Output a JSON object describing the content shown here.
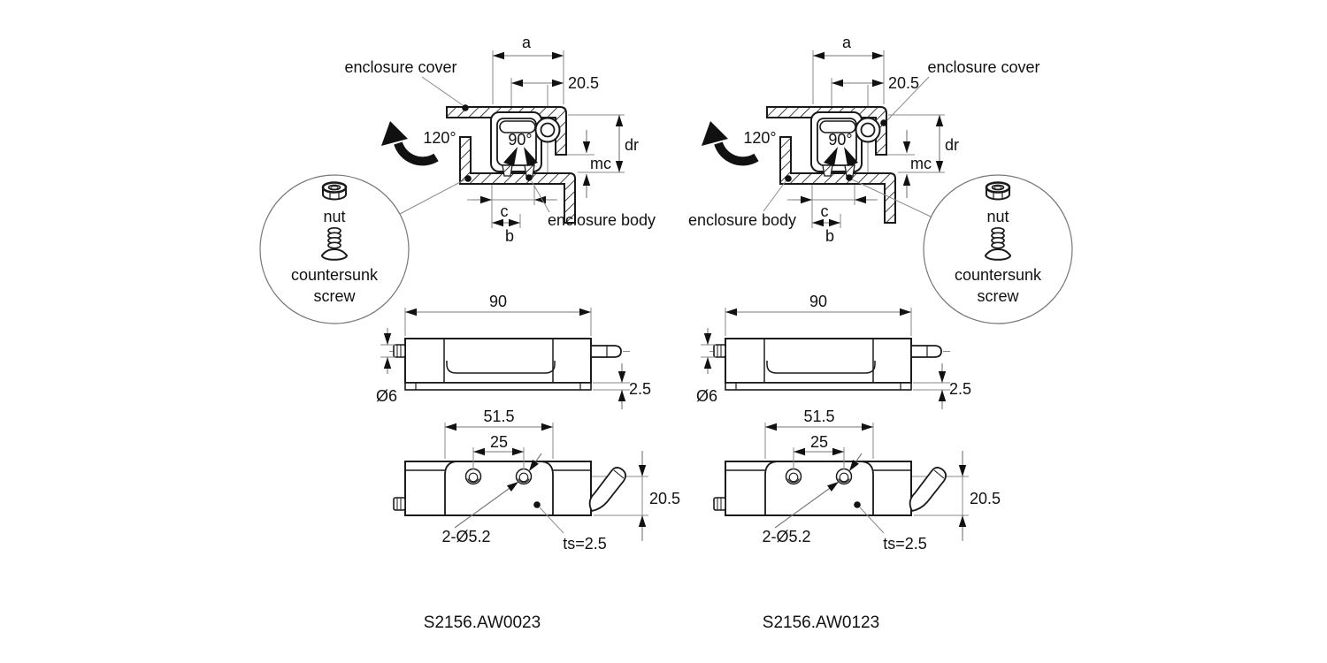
{
  "colors": {
    "background": "#ffffff",
    "outline": "#1a1a1a",
    "dimension_line": "#777777",
    "arrow": "#111111",
    "text": "#111111"
  },
  "shared": {
    "labels": {
      "enclosure_cover": "enclosure cover",
      "enclosure_body": "enclosure body",
      "nut": "nut",
      "countersunk": "countersunk",
      "screw": "screw"
    },
    "dims": {
      "a": "a",
      "pin_offset": "20.5",
      "dr": "dr",
      "mc": "mc",
      "c": "c",
      "b": "b",
      "open_angle": "120°",
      "right_angle": "90°",
      "length": "90",
      "pin_dia": "Ø6",
      "base_thickness": "2.5",
      "hole_span": "51.5",
      "hole_pitch": "25",
      "height": "20.5",
      "holes": "2-Ø5.2",
      "sheet_thickness": "ts=2.5"
    }
  },
  "drawings": [
    {
      "part_number": "S2156.AW0023"
    },
    {
      "part_number": "S2156.AW0123"
    }
  ]
}
